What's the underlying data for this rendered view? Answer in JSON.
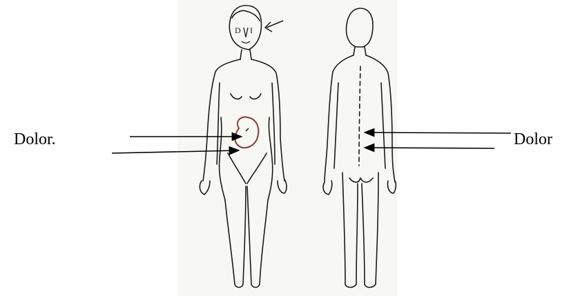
{
  "labels": {
    "left": "Dolor.",
    "right": "Dolor"
  },
  "face_marks": {
    "left_eye": "D",
    "right_eye": "I"
  },
  "colors": {
    "paper": "#f7f7f3",
    "ink": "#1a1a1a",
    "pain_circle": "#8a3a3a"
  }
}
